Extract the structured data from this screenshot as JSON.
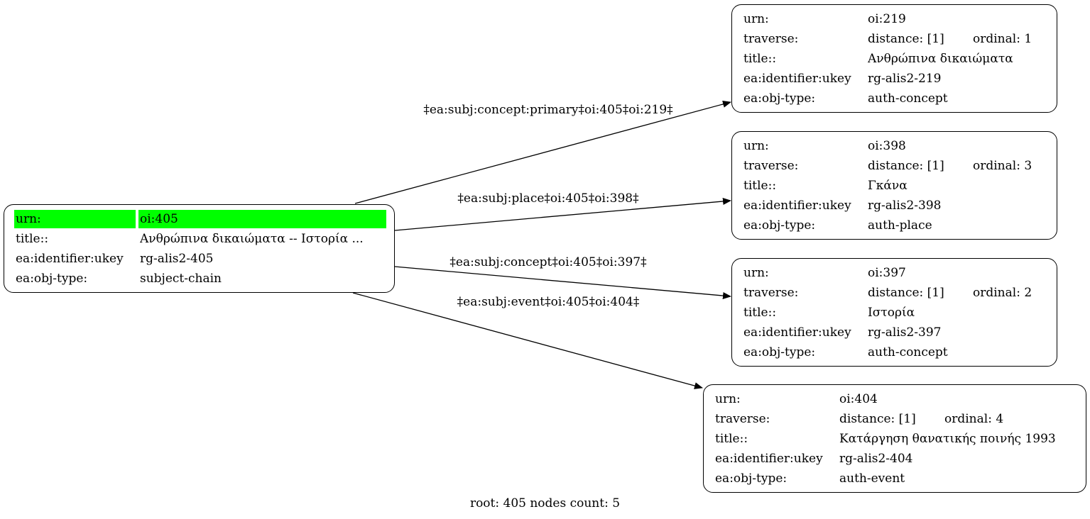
{
  "root_node": {
    "rows": [
      {
        "key": "urn:",
        "value": "oi:405"
      },
      {
        "key": "title::",
        "value": "Ανθρώπινα δικαιώματα -- Ιστορία ..."
      },
      {
        "key": "ea:identifier:ukey",
        "value": "rg-alis2-405"
      },
      {
        "key": "ea:obj-type:",
        "value": "subject-chain"
      }
    ],
    "highlight_color": "#00ff00"
  },
  "nodes": [
    {
      "urn_key": "urn:",
      "urn": "oi:219",
      "traverse_key": "traverse:",
      "distance": "distance: [1]",
      "ordinal": "ordinal: 1",
      "title_key": "title::",
      "title": "Ανθρώπινα δικαιώματα",
      "ukey_key": "ea:identifier:ukey",
      "ukey": "rg-alis2-219",
      "type_key": "ea:obj-type:",
      "type": "auth-concept"
    },
    {
      "urn_key": "urn:",
      "urn": "oi:398",
      "traverse_key": "traverse:",
      "distance": "distance: [1]",
      "ordinal": "ordinal: 3",
      "title_key": "title::",
      "title": "Γκάνα",
      "ukey_key": "ea:identifier:ukey",
      "ukey": "rg-alis2-398",
      "type_key": "ea:obj-type:",
      "type": "auth-place"
    },
    {
      "urn_key": "urn:",
      "urn": "oi:397",
      "traverse_key": "traverse:",
      "distance": "distance: [1]",
      "ordinal": "ordinal: 2",
      "title_key": "title::",
      "title": "Ιστορία",
      "ukey_key": "ea:identifier:ukey",
      "ukey": "rg-alis2-397",
      "type_key": "ea:obj-type:",
      "type": "auth-concept"
    },
    {
      "urn_key": "urn:",
      "urn": "oi:404",
      "traverse_key": "traverse:",
      "distance": "distance: [1]",
      "ordinal": "ordinal: 4",
      "title_key": "title::",
      "title": "Κατάργηση θανατικής ποινής 1993",
      "ukey_key": "ea:identifier:ukey",
      "ukey": "rg-alis2-404",
      "type_key": "ea:obj-type:",
      "type": "auth-event"
    }
  ],
  "edges": [
    {
      "label": "‡ea:subj:concept:primary‡oi:405‡oi:219‡",
      "target": "oi:219"
    },
    {
      "label": "‡ea:subj:place‡oi:405‡oi:398‡",
      "target": "oi:398"
    },
    {
      "label": "‡ea:subj:concept‡oi:405‡oi:397‡",
      "target": "oi:397"
    },
    {
      "label": "‡ea:subj:event‡oi:405‡oi:404‡",
      "target": "oi:404"
    }
  ],
  "footer": "root: 405 nodes count: 5"
}
